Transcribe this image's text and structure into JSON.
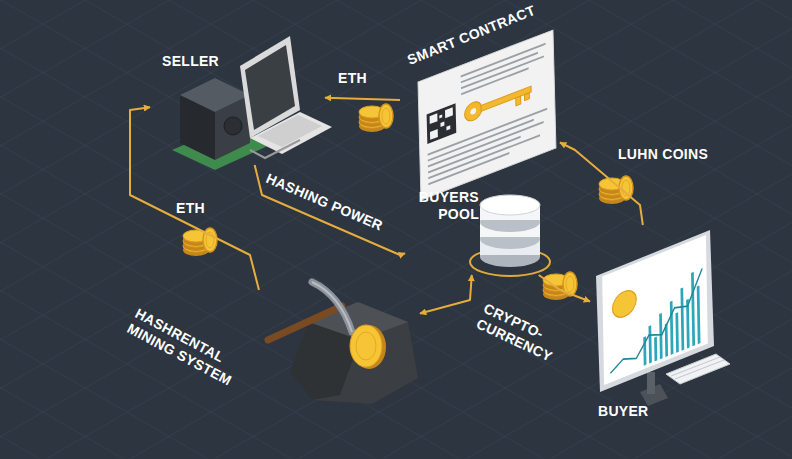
{
  "diagram": {
    "nodes": [
      {
        "text": [
          "SELLER"
        ]
      },
      {
        "text": [
          "SMART CONTRACT"
        ]
      },
      {
        "text": [
          "BUYERS POOL"
        ]
      },
      {
        "text": [
          "HASHRENTAL MINING SYSTEM"
        ]
      },
      {
        "text": [
          "BUYER"
        ]
      }
    ],
    "edges": [
      {
        "from": 1,
        "to": 0,
        "arrow": "to",
        "label": "ETH"
      },
      {
        "from": 4,
        "to": 1,
        "arrow": "to",
        "label": "LUHN COINS"
      },
      {
        "from": 0,
        "to": 2,
        "arrow": "to",
        "label": "HASHING POWER"
      },
      {
        "from": 3,
        "to": 0,
        "arrow": "to",
        "label": "ETH"
      },
      {
        "from": 2,
        "to": 3,
        "arrow": "both"
      },
      {
        "from": 2,
        "to": 4,
        "arrow": "to",
        "label": "CRYPTO-CURRENCY"
      }
    ]
  }
}
